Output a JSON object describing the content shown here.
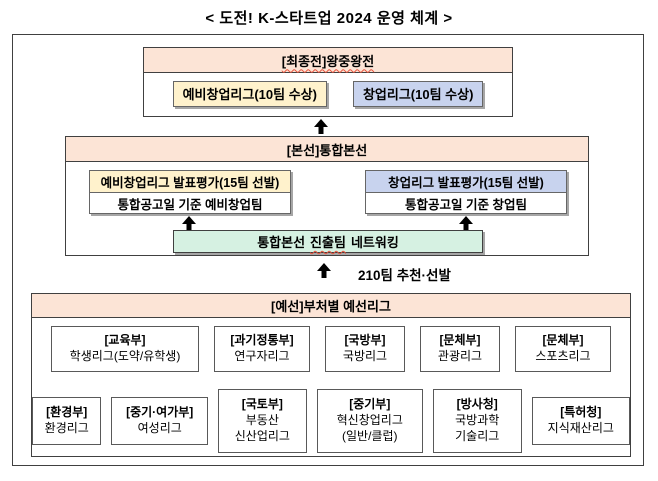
{
  "title": "< 도전! K-스타트업 2024 운영 체계 >",
  "colors": {
    "header_peach": "#FCE4D6",
    "pre_league_yellow": "#FFF2CC",
    "startup_league_blue": "#C8D3EE",
    "networking_green": "#D6F1E2"
  },
  "final_stage": {
    "header": "[최종전]왕중왕전",
    "pre_league": "예비창업리그(10팀 수상)",
    "startup_league": "창업리그(10팀 수상)"
  },
  "main_stage": {
    "header": "[본선]통합본선",
    "pre_title": "예비창업리그 발표평가(15팀 선발)",
    "pre_subtitle": "통합공고일 기준 예비창업팀",
    "startup_title": "창업리그 발표평가(15팀 선발)",
    "startup_subtitle": "통합공고일 기준 창업팀",
    "networking": {
      "prefix": "통합본선",
      "underlined": "진출팀",
      "suffix": "네트워킹"
    }
  },
  "promotion": {
    "label": "210팀 추천·선발"
  },
  "preliminary": {
    "header": "[예선]부처별 예선리그",
    "row1": [
      {
        "dept": "[교육부]",
        "league": "학생리그(도약/유학생)"
      },
      {
        "dept": "[과기정통부]",
        "league": "연구자리그"
      },
      {
        "dept": "[국방부]",
        "league": "국방리그"
      },
      {
        "dept": "[문체부]",
        "league": "관광리그"
      },
      {
        "dept": "[문체부]",
        "league": "스포츠리그"
      }
    ],
    "row2": [
      {
        "dept": "[환경부]",
        "league": "환경리그"
      },
      {
        "dept": "[중기·여가부]",
        "league": "여성리그"
      },
      {
        "dept": "[국토부]",
        "league": "부동산\n신산업리그"
      },
      {
        "dept": "[중기부]",
        "league": "혁신창업리그\n(일반/클럽)"
      },
      {
        "dept": "[방사청]",
        "league": "국방과학\n기술리그"
      },
      {
        "dept": "[특허청]",
        "league": "지식재산리그"
      }
    ]
  }
}
